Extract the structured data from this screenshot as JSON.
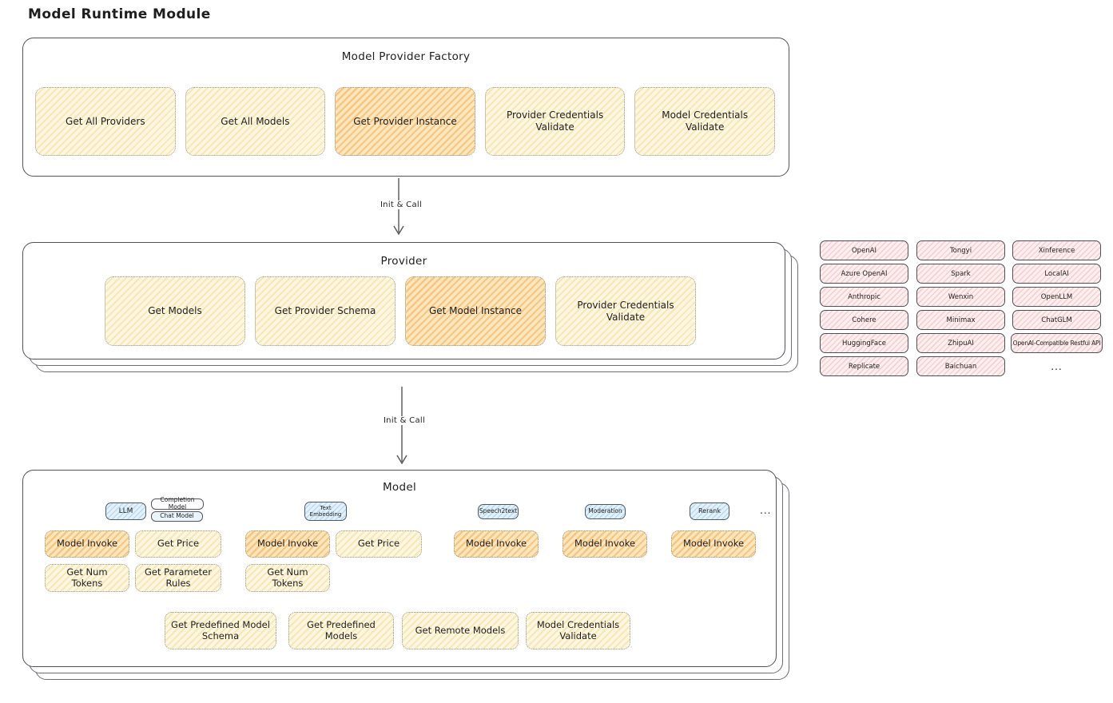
{
  "title": "Model Runtime Module",
  "palette": {
    "yellow_fill": "#fdf7e2",
    "orange_fill": "#fbe6bd",
    "pink_fill": "#fdefef",
    "blue_fill": "#e4f1fa",
    "node_border": "#9a968c",
    "outline": "#52525a"
  },
  "arrows": {
    "factory_to_provider": "Init & Call",
    "provider_to_model": "Init & Call"
  },
  "factory": {
    "label": "Model Provider Factory",
    "functions": [
      {
        "label": "Get All Providers",
        "highlight": false
      },
      {
        "label": "Get All Models",
        "highlight": false
      },
      {
        "label": "Get Provider Instance",
        "highlight": true
      },
      {
        "label": "Provider Credentials Validate",
        "highlight": false
      },
      {
        "label": "Model Credentials Validate",
        "highlight": false
      }
    ]
  },
  "provider": {
    "label": "Provider",
    "functions": [
      {
        "label": "Get Models",
        "highlight": false
      },
      {
        "label": "Get Provider Schema",
        "highlight": false
      },
      {
        "label": "Get Model Instance",
        "highlight": true
      },
      {
        "label": "Provider Credentials Validate",
        "highlight": false
      }
    ]
  },
  "providers_grid": {
    "col1": [
      "OpenAI",
      "Azure OpenAI",
      "Anthropic",
      "Cohere",
      "HuggingFace",
      "Replicate"
    ],
    "col2": [
      "Tongyi",
      "Spark",
      "Wenxin",
      "Minimax",
      "ZhipuAI",
      "Baichuan"
    ],
    "col3": [
      "Xinference",
      "LocalAI",
      "OpenLLM",
      "ChatGLM",
      "OpenAI-Compatible Restful API"
    ],
    "more_label": "..."
  },
  "model": {
    "label": "Model",
    "types": {
      "llm": "LLM",
      "completion_model": "Completion Model",
      "chat_model": "Chat Model",
      "text_embedding": "Text Embedding",
      "speech2text": "Speech2text",
      "moderation": "Moderation",
      "rerank": "Rerank"
    },
    "more_label": "...",
    "llm_functions": [
      "Model Invoke",
      "Get Price",
      "Get Num Tokens",
      "Get Parameter Rules"
    ],
    "text_embedding_functions": [
      "Model Invoke",
      "Get Price",
      "Get Num Tokens"
    ],
    "speech2text_functions": [
      "Model Invoke"
    ],
    "moderation_functions": [
      "Model Invoke"
    ],
    "rerank_functions": [
      "Model Invoke"
    ],
    "shared_functions": [
      "Get Predefined Model Schema",
      "Get Predefined Models",
      "Get Remote Models",
      "Model Credentials Validate"
    ]
  }
}
